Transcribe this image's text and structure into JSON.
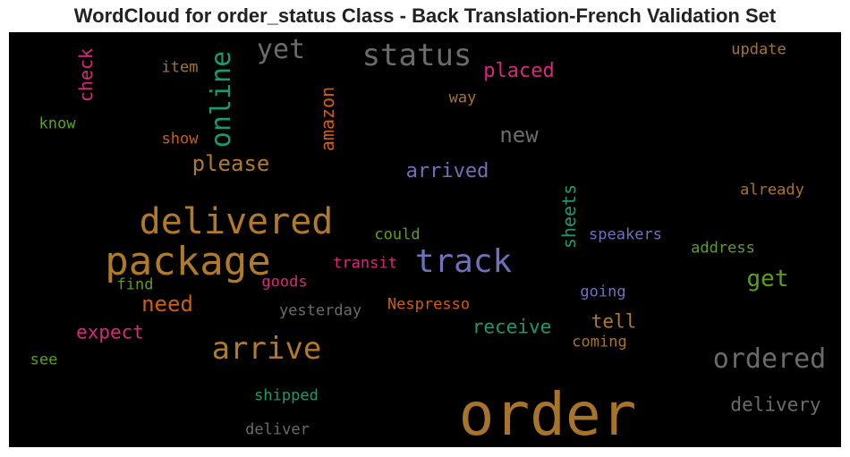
{
  "title": "WordCloud for order_status Class - Back Translation-French Validation Set",
  "colors": {
    "background": "#000000",
    "title": "#222222",
    "palette": [
      "#b07a26",
      "#6b6b6b",
      "#1a9a70",
      "#d9287c",
      "#7070bb",
      "#5e9e1e",
      "#cf5d13",
      "#a8742b"
    ]
  },
  "words": [
    {
      "text": "order",
      "color": "#a8742b"
    },
    {
      "text": "package",
      "color": "#b07a26"
    },
    {
      "text": "delivered",
      "color": "#b07a26"
    },
    {
      "text": "track",
      "color": "#7070bb"
    },
    {
      "text": "arrive",
      "color": "#b07a26"
    },
    {
      "text": "status",
      "color": "#6b6b6b"
    },
    {
      "text": "ordered",
      "color": "#6b6b6b"
    },
    {
      "text": "yet",
      "color": "#6b6b6b"
    },
    {
      "text": "online",
      "color": "#1a9a70"
    },
    {
      "text": "please",
      "color": "#b07a26"
    },
    {
      "text": "placed",
      "color": "#d9287c"
    },
    {
      "text": "new",
      "color": "#6b6b6b"
    },
    {
      "text": "need",
      "color": "#cf5d13"
    },
    {
      "text": "get",
      "color": "#5e9e1e"
    },
    {
      "text": "arrived",
      "color": "#7070bb"
    },
    {
      "text": "delivery",
      "color": "#6b6b6b"
    },
    {
      "text": "expect",
      "color": "#d9287c"
    },
    {
      "text": "receive",
      "color": "#1a9a70"
    },
    {
      "text": "tell",
      "color": "#b07a26"
    },
    {
      "text": "check",
      "color": "#d9287c"
    },
    {
      "text": "amazon",
      "color": "#cf5d13"
    },
    {
      "text": "sheets",
      "color": "#1a9a70"
    },
    {
      "text": "update",
      "color": "#a8742b"
    },
    {
      "text": "already",
      "color": "#a8742b"
    },
    {
      "text": "address",
      "color": "#5e9e1e"
    },
    {
      "text": "speakers",
      "color": "#7070bb"
    },
    {
      "text": "going",
      "color": "#7070bb"
    },
    {
      "text": "coming",
      "color": "#a8742b"
    },
    {
      "text": "Nespresso",
      "color": "#cf5d13"
    },
    {
      "text": "yesterday",
      "color": "#6b6b6b"
    },
    {
      "text": "transit",
      "color": "#d9287c"
    },
    {
      "text": "goods",
      "color": "#d9287c"
    },
    {
      "text": "could",
      "color": "#5e9e1e"
    },
    {
      "text": "shipped",
      "color": "#1a9a70"
    },
    {
      "text": "deliver",
      "color": "#6b6b6b"
    },
    {
      "text": "way",
      "color": "#a8742b"
    },
    {
      "text": "item",
      "color": "#a8742b"
    },
    {
      "text": "show",
      "color": "#cf5d13"
    },
    {
      "text": "know",
      "color": "#5e9e1e"
    },
    {
      "text": "find",
      "color": "#5e9e1e"
    },
    {
      "text": "see",
      "color": "#5e9e1e"
    }
  ]
}
